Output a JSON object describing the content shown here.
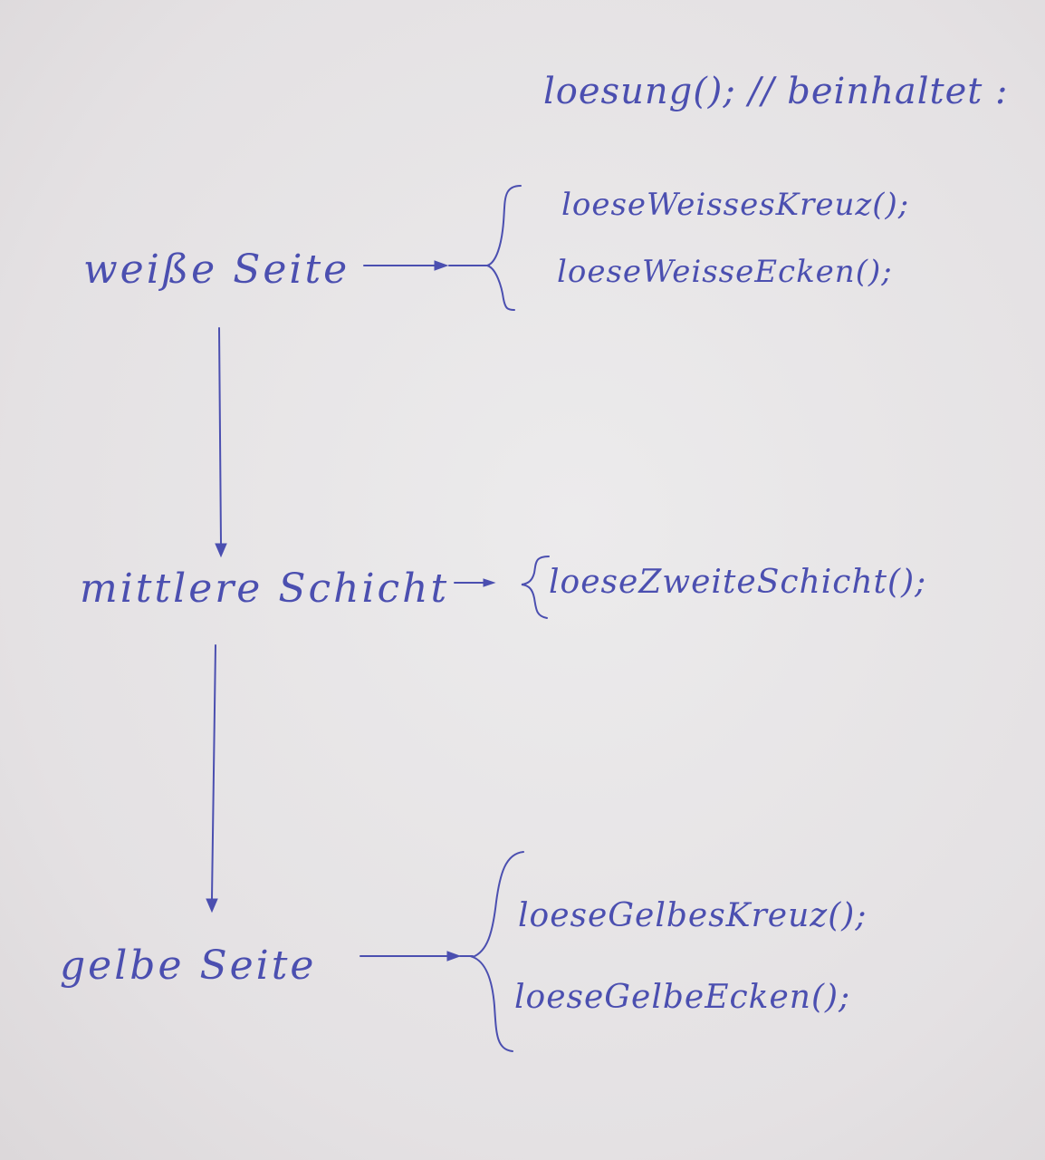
{
  "title": "loesung(); // beinhaltet :",
  "nodes": {
    "white_side": "weiße Seite",
    "middle_layer": "mittlere Schicht",
    "yellow_side": "gelbe Seite"
  },
  "functions": {
    "white_side": [
      "loeseWeissesKreuz();",
      "loeseWeisseEcken();"
    ],
    "middle_layer": [
      "loeseZweiteSchicht();"
    ],
    "yellow_side": [
      "loeseGelbesKreuz();",
      "loeseGelbeEcken();"
    ]
  },
  "ink_color": "#4b4fb0",
  "paper_color": "#e6e3e5"
}
